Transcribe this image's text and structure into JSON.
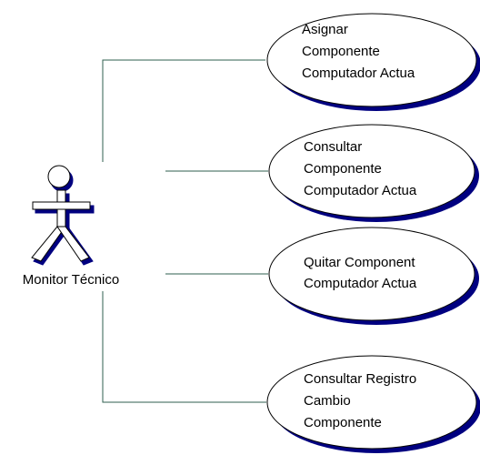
{
  "actor": {
    "name": "Monitor Técnico"
  },
  "use_cases": [
    {
      "lines": [
        "Asignar",
        "Componente",
        "Computador Actua"
      ]
    },
    {
      "lines": [
        "Consultar",
        "Componente",
        "Computador Actua"
      ]
    },
    {
      "lines": [
        "Quitar Component",
        "Computador Actua"
      ]
    },
    {
      "lines": [
        "Consultar Registro",
        "Cambio",
        "Componente"
      ]
    }
  ],
  "colors": {
    "association_line": "#2f5f4f",
    "ellipse_shadow": "#000080",
    "ellipse_fill": "#ffffff",
    "outline": "#000000",
    "actor_shadow": "#000080"
  }
}
